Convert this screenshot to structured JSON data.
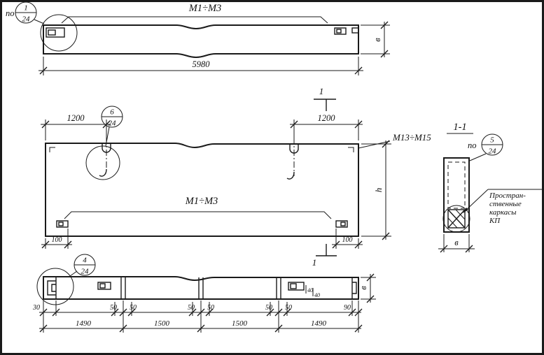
{
  "colors": {
    "ink": "#1a1a1a",
    "paper": "#ffffff"
  },
  "top_view": {
    "detail_ref": {
      "prefix": "по",
      "num": "1",
      "den": "24"
    },
    "label": "М1÷М3",
    "dim_length": "5980",
    "dim_width": "в",
    "section_mark": "1"
  },
  "front_view": {
    "detail_ref": {
      "num": "6",
      "den": "24"
    },
    "dim_left": "1200",
    "dim_right": "1200",
    "label_right": "М13÷М15",
    "label_center": "М1÷М3",
    "dim_100_left": "100",
    "dim_100_right": "100",
    "dim_height": "h",
    "section_mark": "1"
  },
  "section_view": {
    "title": "1-1",
    "detail_ref": {
      "prefix": "по",
      "num": "5",
      "den": "24"
    },
    "note_lines": [
      "Простран-",
      "ственные",
      "каркасы",
      "КП"
    ],
    "dim_width": "в"
  },
  "bottom_view": {
    "detail_ref": {
      "num": "4",
      "den": "24"
    },
    "dims_small": [
      "30",
      "50",
      "50",
      "50",
      "50",
      "50",
      "50",
      "90"
    ],
    "dims_main": [
      "1490",
      "1500",
      "1500",
      "1490"
    ],
    "dims_plate": [
      "40",
      "40"
    ],
    "dim_width": "в"
  }
}
